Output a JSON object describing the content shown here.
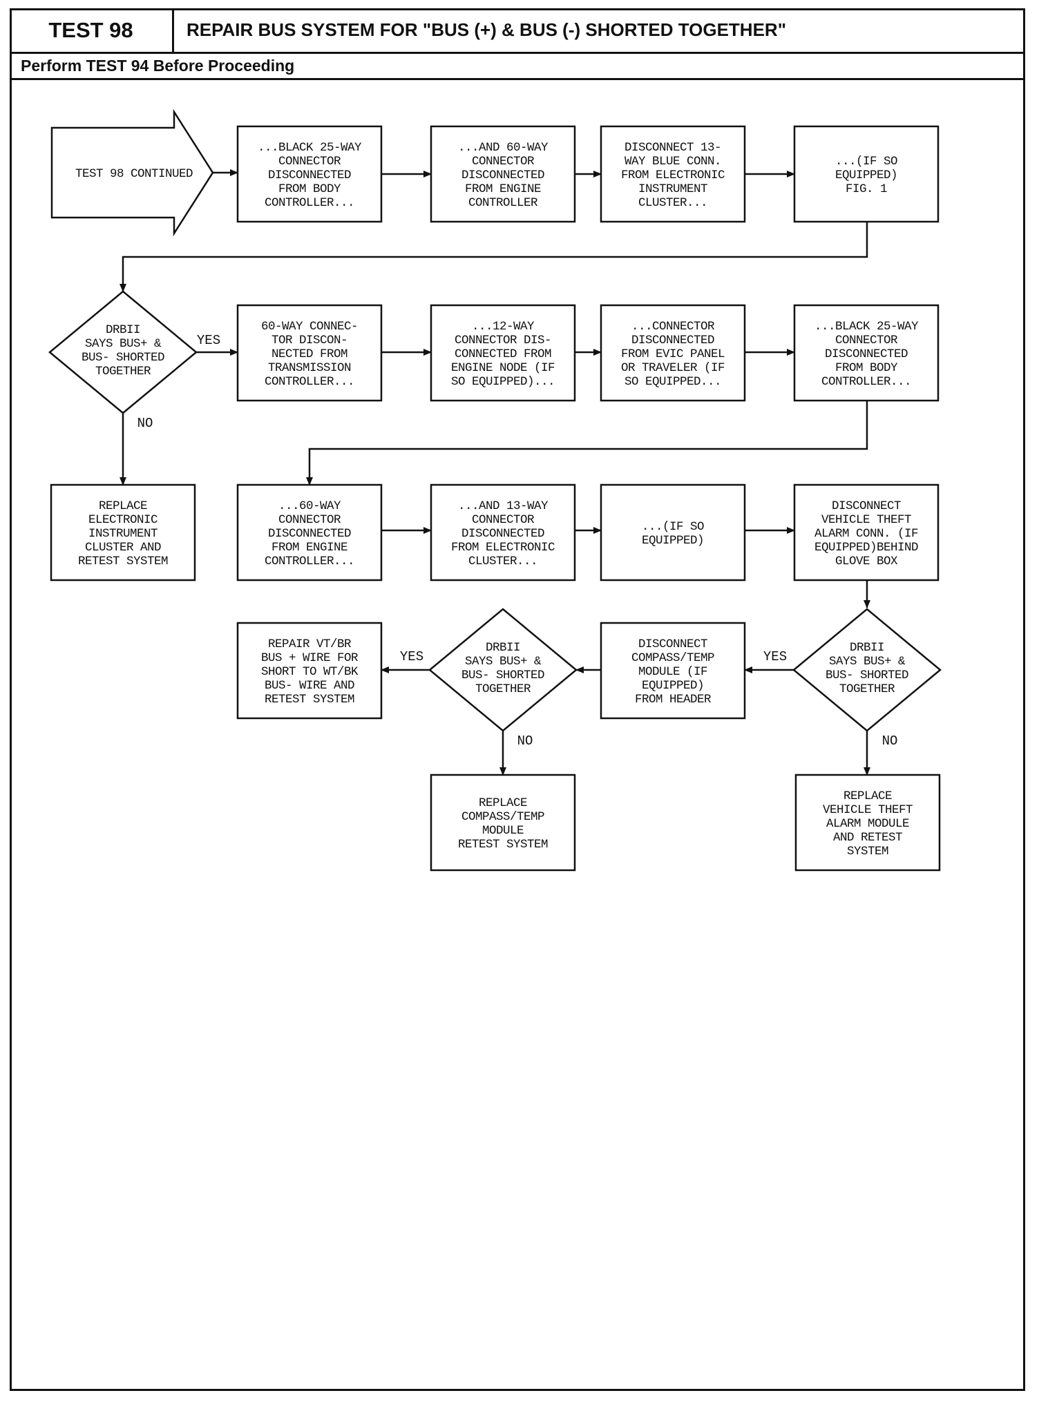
{
  "header": {
    "test_id": "TEST 98",
    "title": "REPAIR BUS SYSTEM FOR \"BUS (+) & BUS (-) SHORTED TOGETHER\"",
    "subtitle": "Perform TEST 94 Before Proceeding"
  },
  "flow": {
    "start": [
      "TEST 98 CONTINUED"
    ],
    "r1": [
      [
        "...BLACK 25-WAY",
        "CONNECTOR",
        "DISCONNECTED",
        "FROM BODY",
        "CONTROLLER..."
      ],
      [
        "...AND 60-WAY",
        "CONNECTOR",
        "DISCONNECTED",
        "FROM ENGINE",
        "CONTROLLER"
      ],
      [
        "DISCONNECT 13-",
        "WAY BLUE CONN.",
        "FROM ELECTRONIC",
        "INSTRUMENT",
        "CLUSTER..."
      ],
      [
        "...(IF SO",
        "EQUIPPED)",
        "FIG. 1"
      ]
    ],
    "d1": [
      "DRBII",
      "SAYS BUS+ &",
      "BUS- SHORTED",
      "TOGETHER"
    ],
    "r2": [
      [
        "60-WAY CONNEC-",
        "TOR DISCON-",
        "NECTED FROM",
        "TRANSMISSION",
        "CONTROLLER..."
      ],
      [
        "...12-WAY",
        "CONNECTOR DIS-",
        "CONNECTED FROM",
        "ENGINE NODE (IF",
        "SO EQUIPPED)..."
      ],
      [
        "...CONNECTOR",
        "DISCONNECTED",
        "FROM EVIC PANEL",
        "OR TRAVELER (IF",
        "SO EQUIPPED..."
      ],
      [
        "...BLACK 25-WAY",
        "CONNECTOR",
        "DISCONNECTED",
        "FROM BODY",
        "CONTROLLER..."
      ]
    ],
    "replace_cluster": [
      "REPLACE",
      "ELECTRONIC",
      "INSTRUMENT",
      "CLUSTER AND",
      "RETEST SYSTEM"
    ],
    "r3": [
      [
        "...60-WAY",
        "CONNECTOR",
        "DISCONNECTED",
        "FROM ENGINE",
        "CONTROLLER..."
      ],
      [
        "...AND 13-WAY",
        "CONNECTOR",
        "DISCONNECTED",
        "FROM ELECTRONIC",
        "CLUSTER..."
      ],
      [
        "...(IF SO",
        "EQUIPPED)"
      ],
      [
        "DISCONNECT",
        "VEHICLE THEFT",
        "ALARM CONN. (IF",
        "EQUIPPED)BEHIND",
        "GLOVE BOX"
      ]
    ],
    "d2": [
      "DRBII",
      "SAYS BUS+ &",
      "BUS- SHORTED",
      "TOGETHER"
    ],
    "compass": [
      "DISCONNECT",
      "COMPASS/TEMP",
      "MODULE (IF",
      "EQUIPPED)",
      "FROM HEADER"
    ],
    "d3": [
      "DRBII",
      "SAYS BUS+ &",
      "BUS- SHORTED",
      "TOGETHER"
    ],
    "repair": [
      "REPAIR VT/BR",
      "BUS + WIRE FOR",
      "SHORT TO WT/BK",
      "BUS- WIRE AND",
      "RETEST SYSTEM"
    ],
    "replace_compass": [
      "REPLACE",
      "COMPASS/TEMP",
      "MODULE",
      "RETEST SYSTEM"
    ],
    "replace_vta": [
      "REPLACE",
      "VEHICLE THEFT",
      "ALARM MODULE",
      "AND RETEST",
      "SYSTEM"
    ],
    "yes": "YES",
    "no": "NO"
  }
}
